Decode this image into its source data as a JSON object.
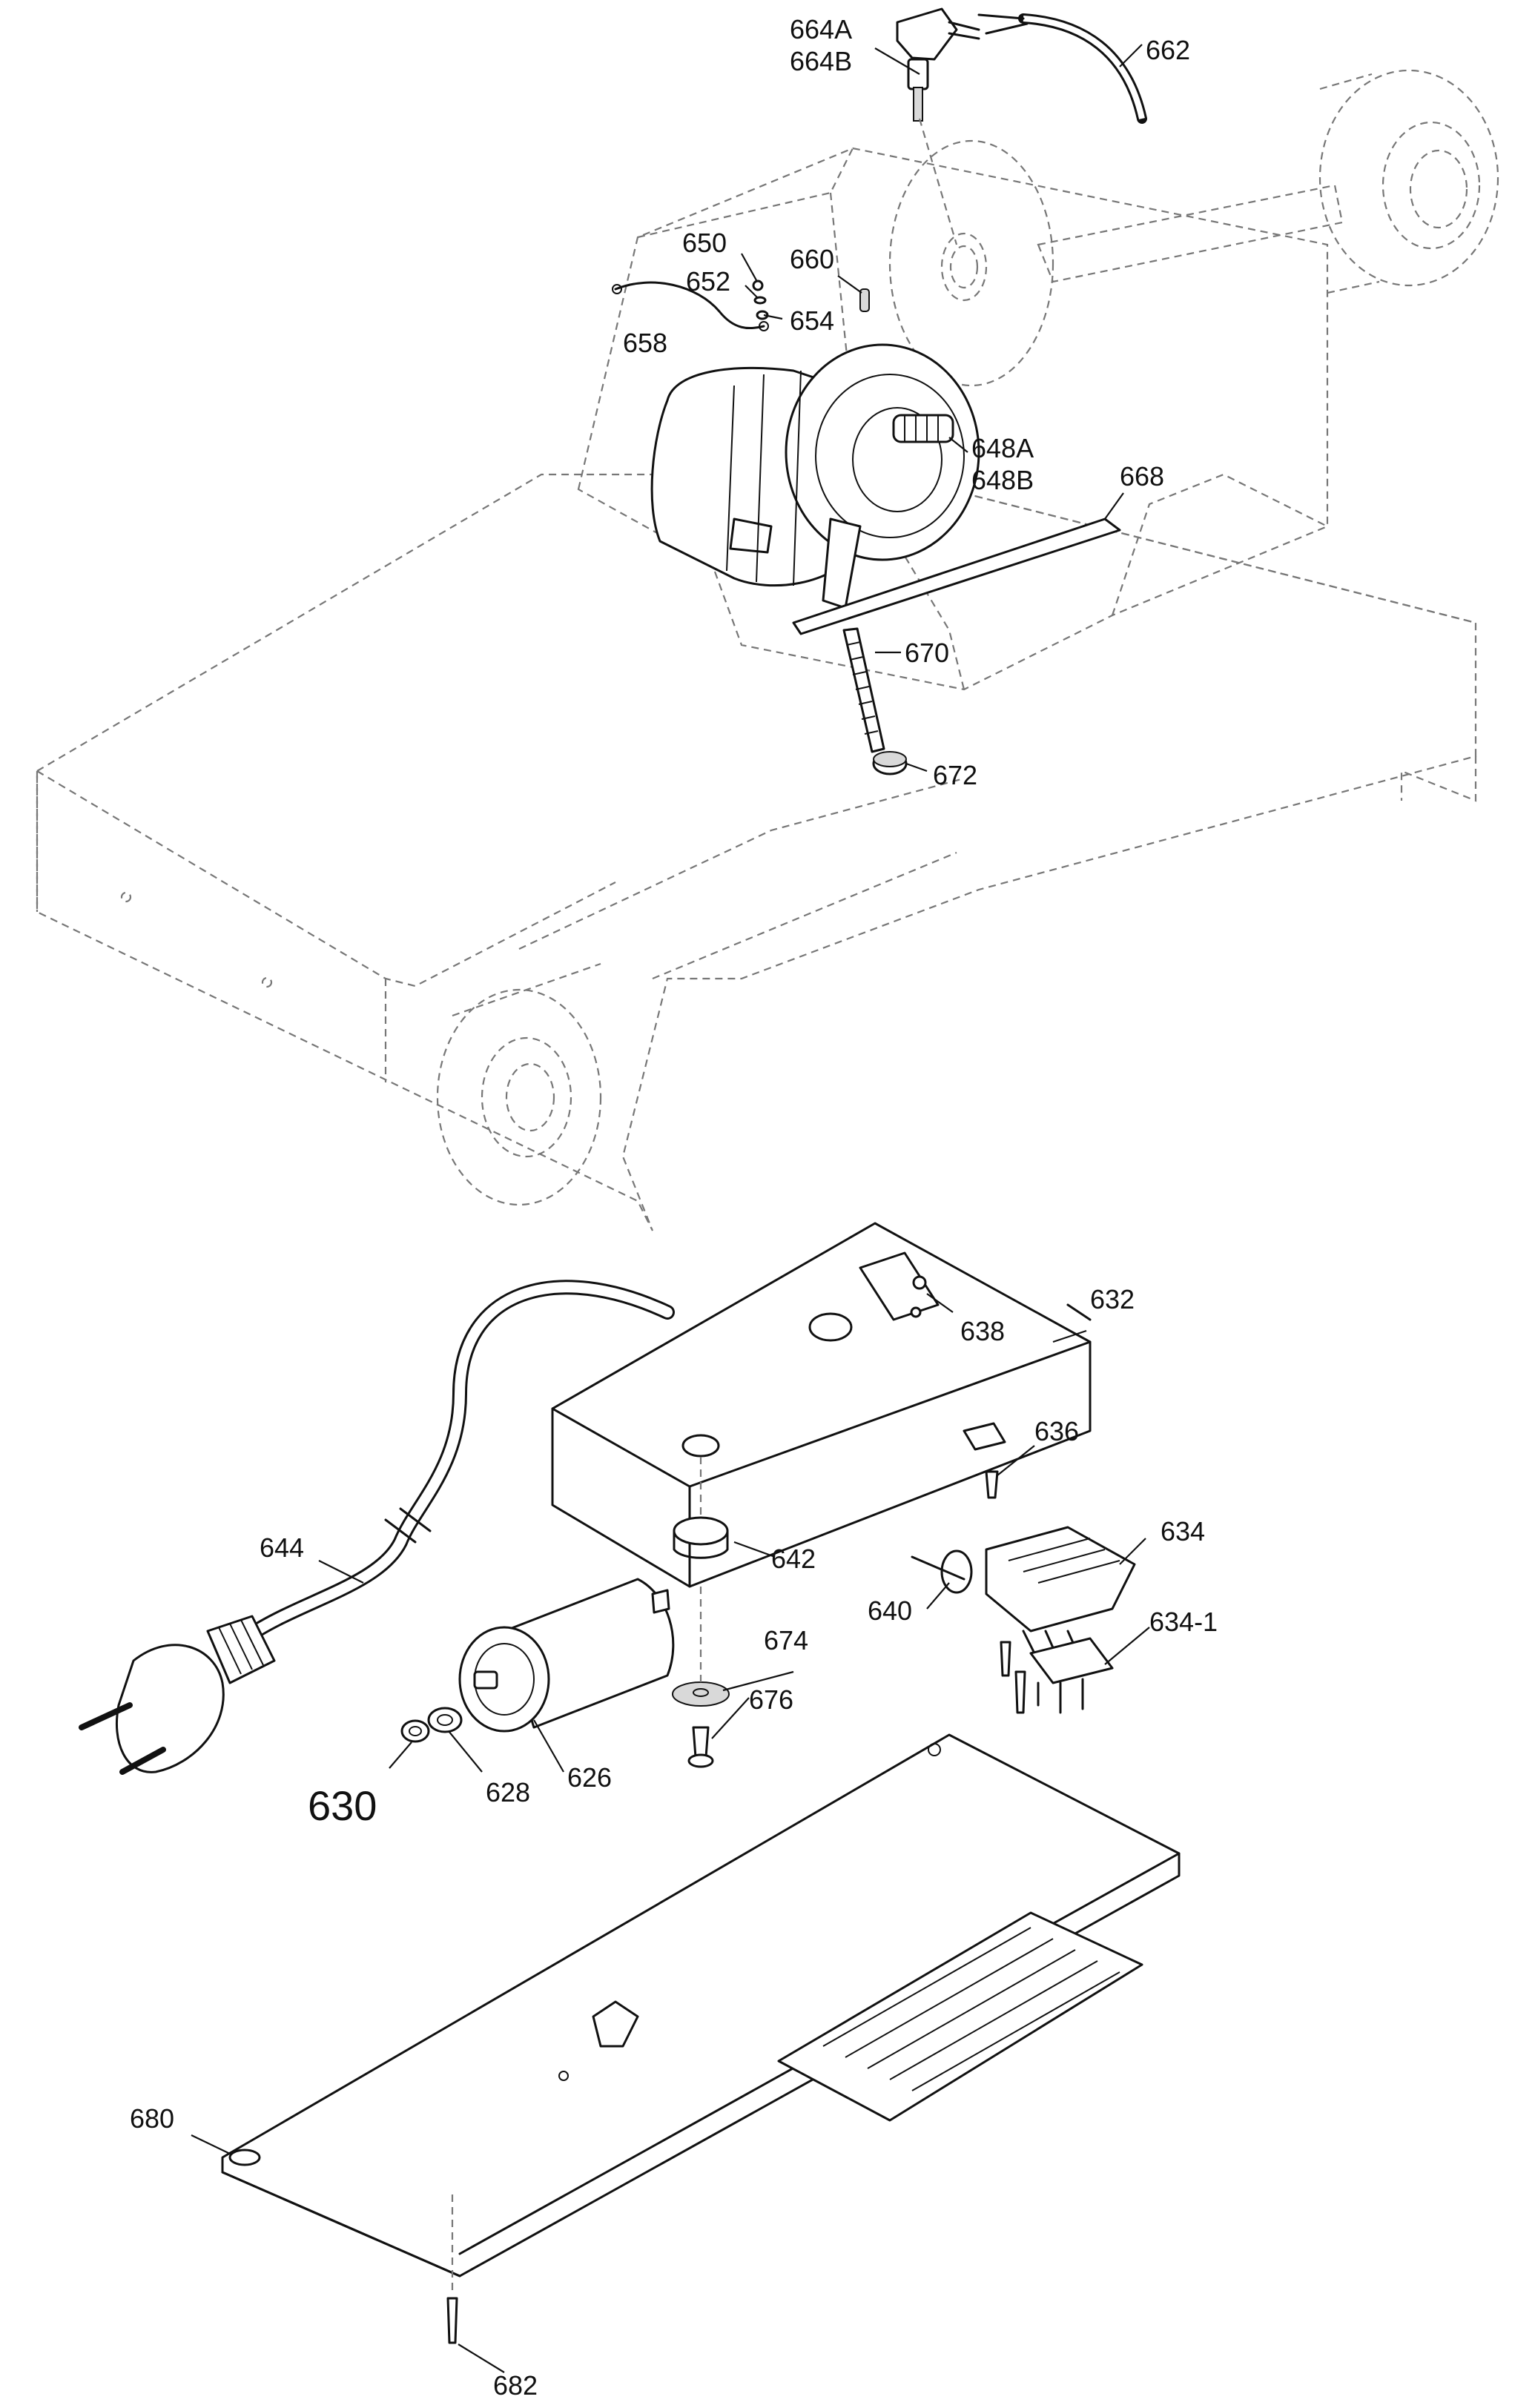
{
  "callouts": {
    "c664A": "664A",
    "c664B": "664B",
    "c662": "662",
    "c650": "650",
    "c652": "652",
    "c654": "654",
    "c658": "658",
    "c660": "660",
    "c648A": "648A",
    "c648B": "648B",
    "c668": "668",
    "c670": "670",
    "c672": "672",
    "c632": "632",
    "c638": "638",
    "c636": "636",
    "c642": "642",
    "c644": "644",
    "c634": "634",
    "c634_1": "634-1",
    "c640": "640",
    "c674": "674",
    "c676": "676",
    "c626": "626",
    "c628": "628",
    "c630": "630",
    "c680": "680",
    "c682": "682"
  }
}
